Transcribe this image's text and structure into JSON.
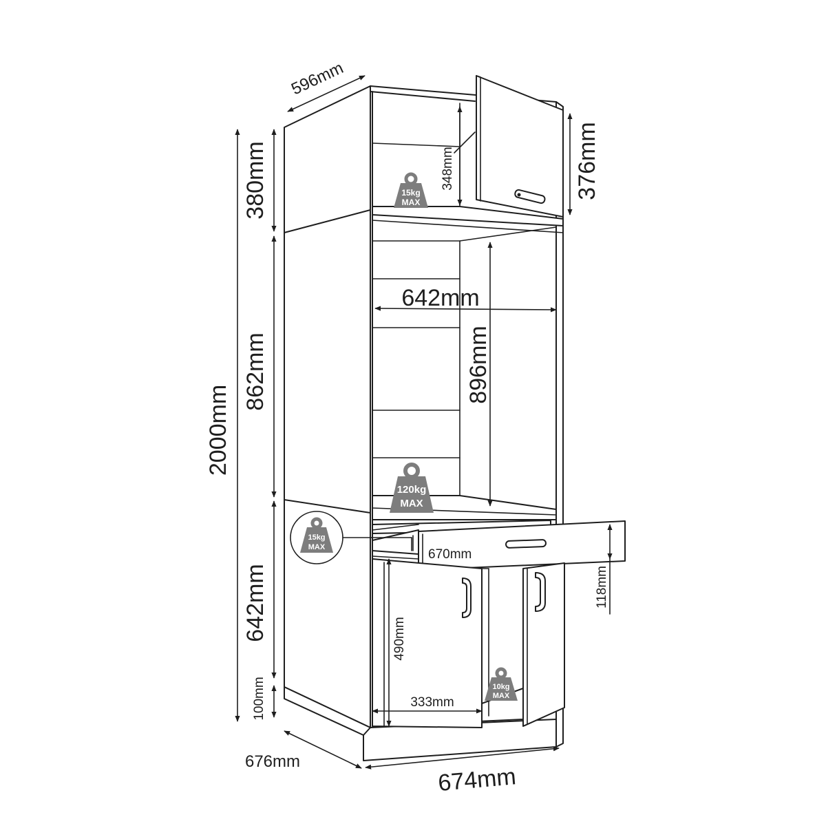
{
  "colors": {
    "line": "#1e1e1e",
    "weight_badge": "#7d7d7d",
    "background": "#ffffff"
  },
  "dimensions": {
    "depth_top": "596mm",
    "total_height": "2000mm",
    "top_section": "380mm",
    "middle_section": "862mm",
    "lower_section": "642mm",
    "plinth": "100mm",
    "top_door": "376mm",
    "top_inner": "348mm",
    "niche_width": "642mm",
    "niche_height": "896mm",
    "drawer_width": "670mm",
    "drawer_height": "118mm",
    "lower_inner_height": "490mm",
    "lower_inner_width": "333mm",
    "depth_bottom": "676mm",
    "width_bottom": "674mm"
  },
  "weights": {
    "top_shelf": {
      "kg": "15kg",
      "max": "MAX"
    },
    "niche_shelf": {
      "kg": "120kg",
      "max": "MAX"
    },
    "drawer": {
      "kg": "15kg",
      "max": "MAX"
    },
    "bottom_shelf": {
      "kg": "10kg",
      "max": "MAX"
    }
  },
  "icons": [
    "weight-icon",
    "arrow-icon",
    "handle-icon"
  ]
}
